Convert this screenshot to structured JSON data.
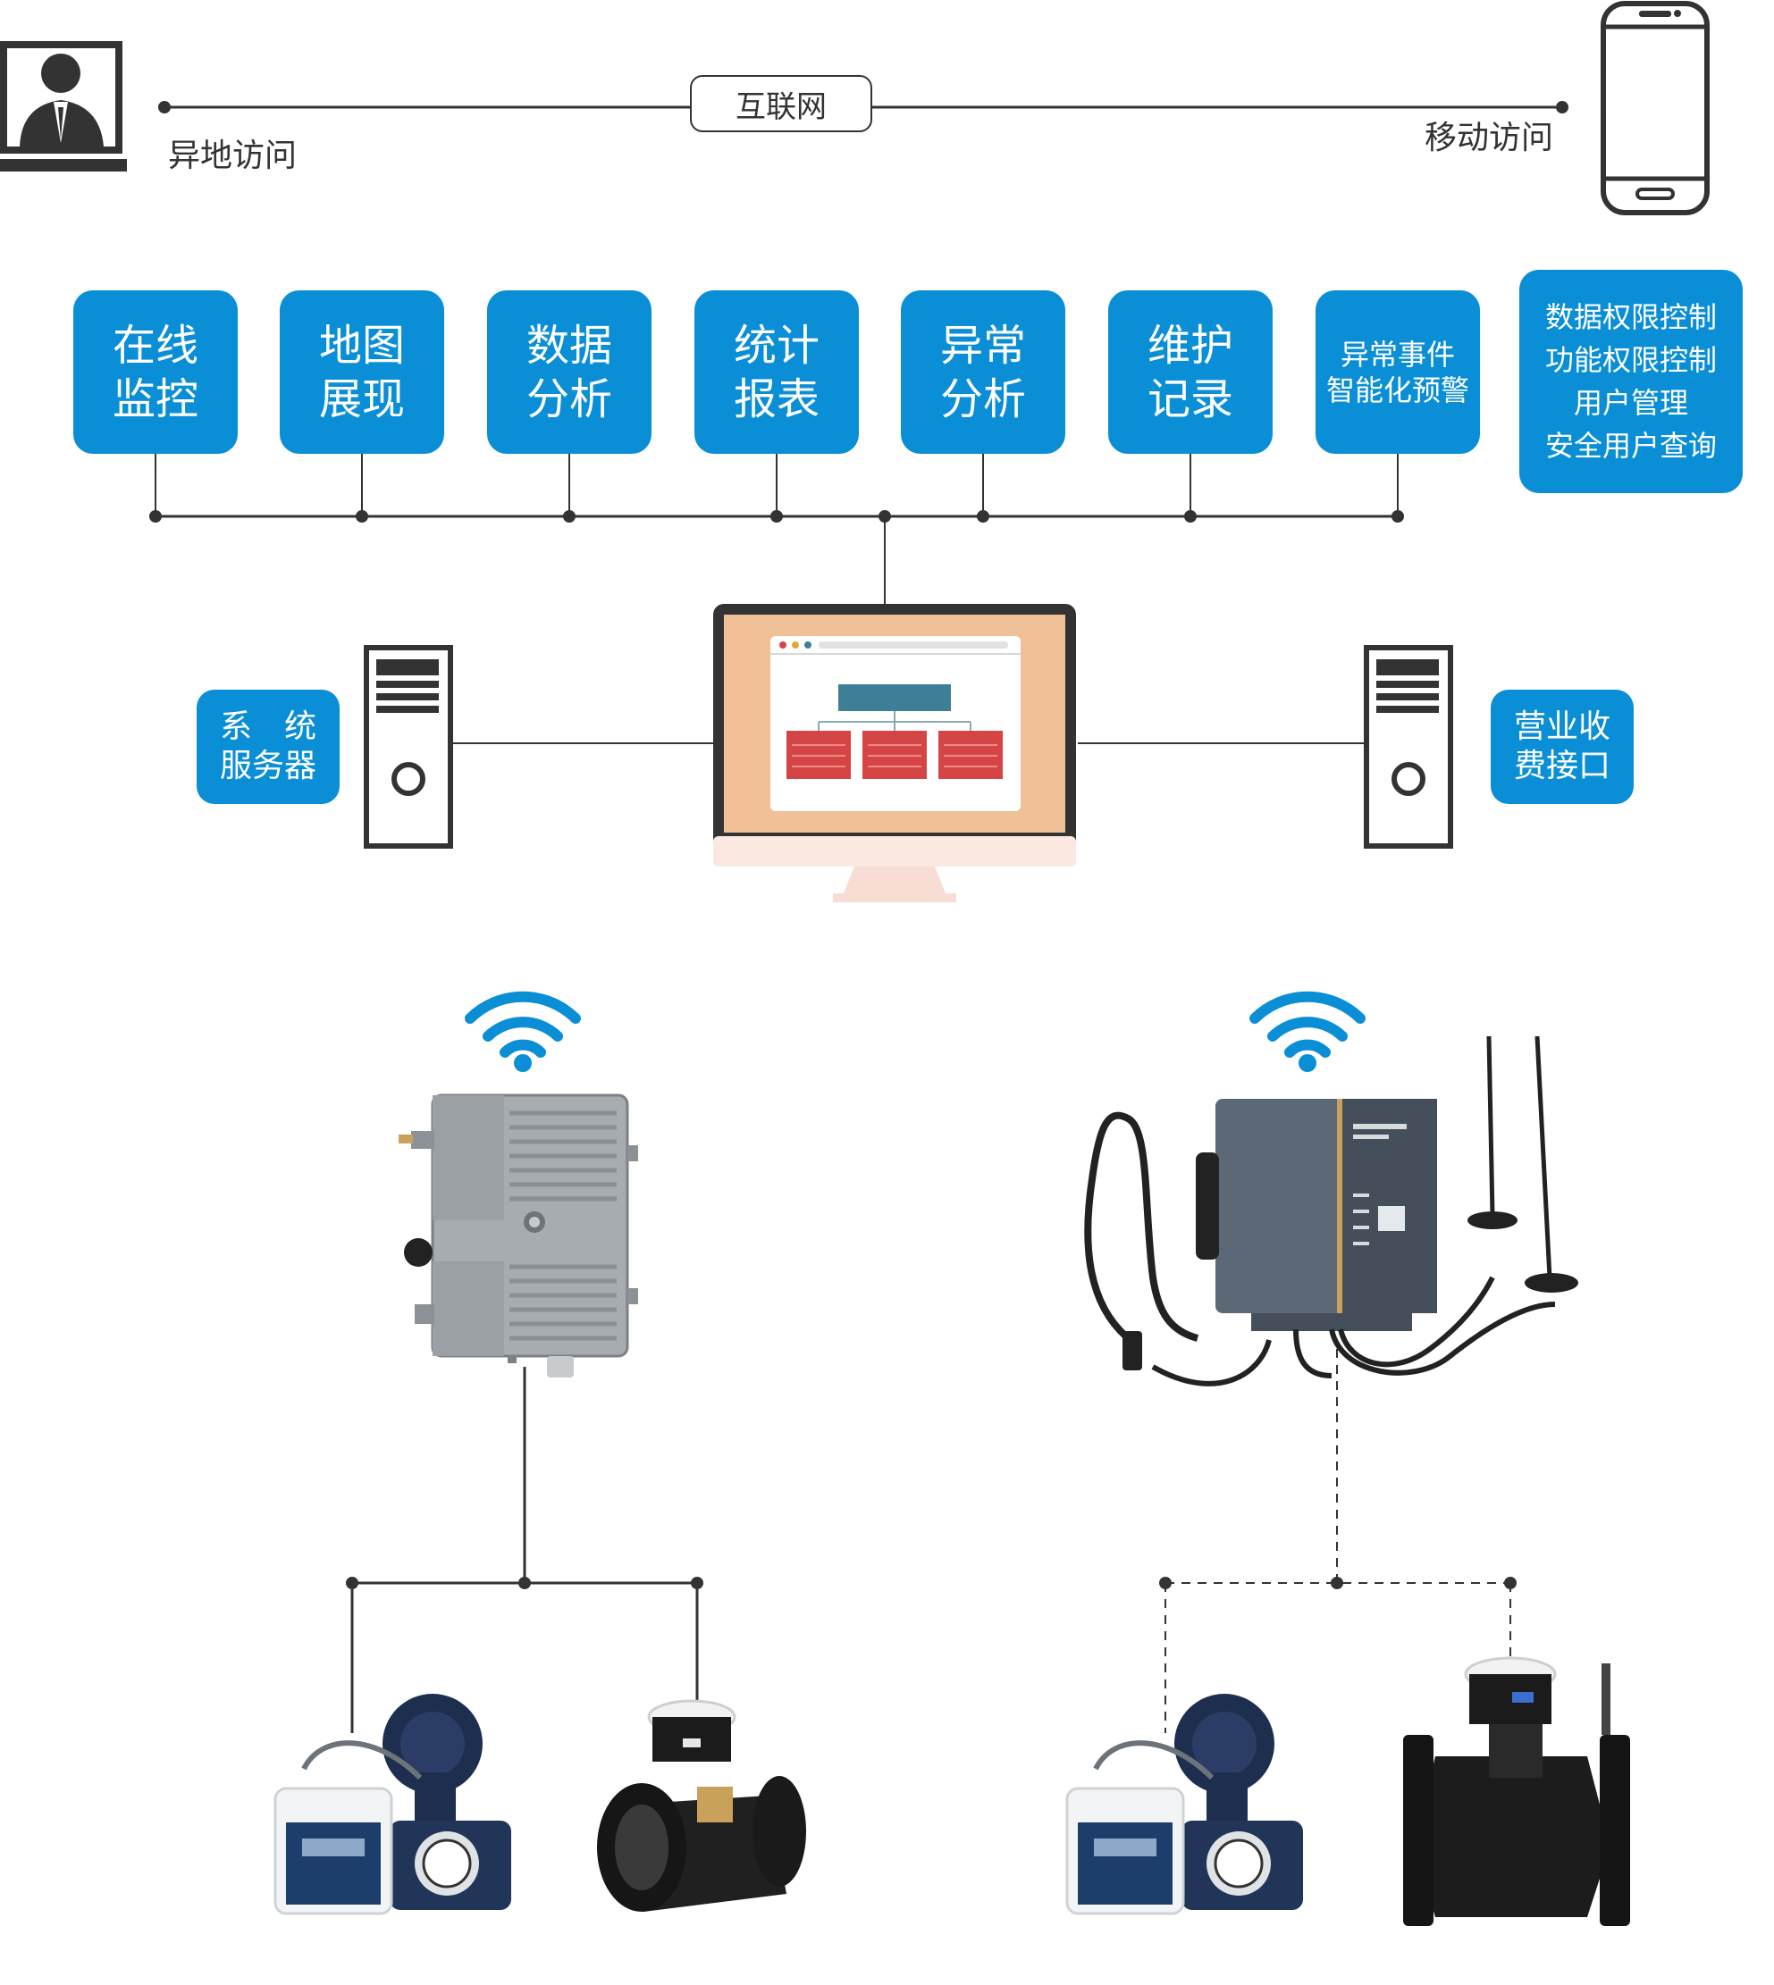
{
  "top": {
    "remote_access": "异地访问",
    "internet": "互联网",
    "mobile_access": "移动访问"
  },
  "modules": [
    {
      "lines": [
        "在线",
        "监控"
      ]
    },
    {
      "lines": [
        "地图",
        "展现"
      ]
    },
    {
      "lines": [
        "数据",
        "分析"
      ]
    },
    {
      "lines": [
        "统计",
        "报表"
      ]
    },
    {
      "lines": [
        "异常",
        "分析"
      ]
    },
    {
      "lines": [
        "维护",
        "记录"
      ]
    },
    {
      "lines": [
        "异常事件",
        "智能化预警"
      ]
    }
  ],
  "permissions": [
    "数据权限控制",
    "功能权限控制",
    "用户管理",
    "安全用户查询"
  ],
  "servers": {
    "left_label": [
      "系　统",
      "服务器"
    ],
    "right_label": [
      "营业收",
      "费接口"
    ]
  },
  "colors": {
    "accent": "#0a8ed6",
    "line": "#333333",
    "monitor_screen": "#f0c097",
    "chart_red": "#d64545",
    "chart_teal": "#3d7f96"
  }
}
